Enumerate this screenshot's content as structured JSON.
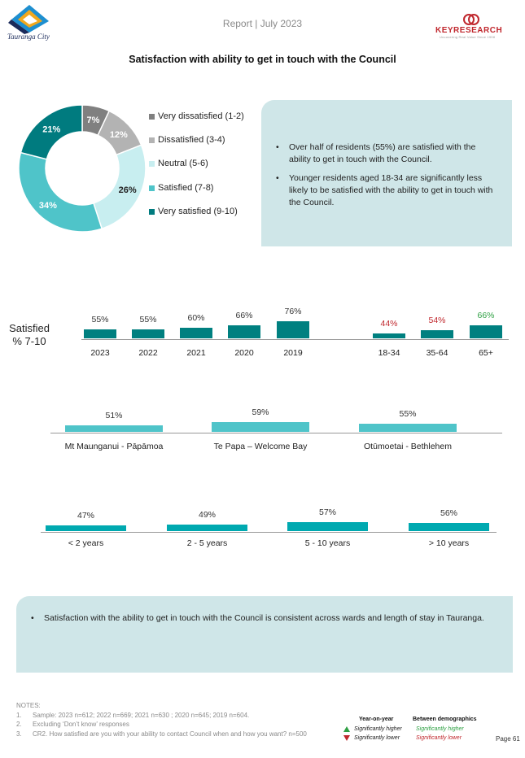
{
  "header": {
    "report_label": "Report | July 2023",
    "logo_left_text": "Tauranga City",
    "logo_right_text": "KEYRESEARCH",
    "logo_right_subtext": "Uncovering Real Value Since 1998"
  },
  "title": "Satisfaction with ability to get in touch with the Council",
  "donut": {
    "slices": [
      {
        "label": "Very dissatisfied (1-2)",
        "value": 7,
        "display": "7%",
        "color": "#808080"
      },
      {
        "label": "Dissatisfied (3-4)",
        "value": 12,
        "display": "12%",
        "color": "#b3b3b3"
      },
      {
        "label": "Neutral (5-6)",
        "value": 26,
        "display": "26%",
        "color": "#c8eef0"
      },
      {
        "label": "Satisfied (7-8)",
        "value": 34,
        "display": "34%",
        "color": "#4fc4c9"
      },
      {
        "label": "Very satisfied (9-10)",
        "value": 21,
        "display": "21%",
        "color": "#007b7f"
      }
    ]
  },
  "callout_top": {
    "bullets": [
      "Over half of residents (55%) are satisfied with the ability to get in touch with the Council.",
      "Younger residents aged 18-34 are significantly less likely to be satisfied with the ability to get in touch with the Council."
    ]
  },
  "satisfied_label": [
    "Satisfied",
    "% 7-10"
  ],
  "chart_data": [
    {
      "type": "bar",
      "categories": [
        "2023",
        "2022",
        "2021",
        "2020",
        "2019"
      ],
      "values": [
        55,
        55,
        60,
        66,
        76
      ],
      "labels": [
        "55%",
        "55%",
        "60%",
        "66%",
        "76%"
      ],
      "label_colors": [
        "#333333",
        "#333333",
        "#333333",
        "#333333",
        "#333333"
      ],
      "bar_color": "#008080"
    },
    {
      "type": "bar",
      "categories": [
        "18-34",
        "35-64",
        "65+"
      ],
      "values": [
        44,
        54,
        66
      ],
      "labels": [
        "44%",
        "54%",
        "66%"
      ],
      "label_colors": [
        "#c0272d",
        "#c0272d",
        "#2ea043"
      ],
      "bar_color": "#008080"
    },
    {
      "type": "bar",
      "categories": [
        "Mt Maunganui - Pāpāmoa",
        "Te Papa – Welcome Bay",
        "Otūmoetai - Bethlehem"
      ],
      "values": [
        51,
        59,
        55
      ],
      "labels": [
        "51%",
        "59%",
        "55%"
      ],
      "bar_color": "#4fc4c9"
    },
    {
      "type": "bar",
      "categories": [
        "< 2 years",
        "2 - 5 years",
        "5 - 10 years",
        "> 10 years"
      ],
      "values": [
        47,
        49,
        57,
        56
      ],
      "labels": [
        "47%",
        "49%",
        "57%",
        "56%"
      ],
      "bar_color": "#00a9b0"
    }
  ],
  "callout_bottom": {
    "bullets": [
      "Satisfaction with the ability to get in touch with the Council is consistent across wards and length of stay in Tauranga."
    ]
  },
  "notes": {
    "heading": "NOTES:",
    "items": [
      {
        "num": "1.",
        "text": "Sample: 2023 n=612; 2022 n=669; 2021 n=630 ; 2020 n=645; 2019 n=604."
      },
      {
        "num": "2.",
        "text": "Excluding ‘Don’t know’ responses"
      },
      {
        "num": "3.",
        "text": "CR2. How satisfied are you with your ability to contact Council when and how you want? n=500"
      }
    ]
  },
  "sig_legend": {
    "yoy_title": "Year-on-year",
    "bd_title": "Between demographics",
    "higher": "Significantly higher",
    "lower": "Significantly lower",
    "higher_color": "#2ea043",
    "lower_color": "#c0272d"
  },
  "page_number": "Page 61"
}
